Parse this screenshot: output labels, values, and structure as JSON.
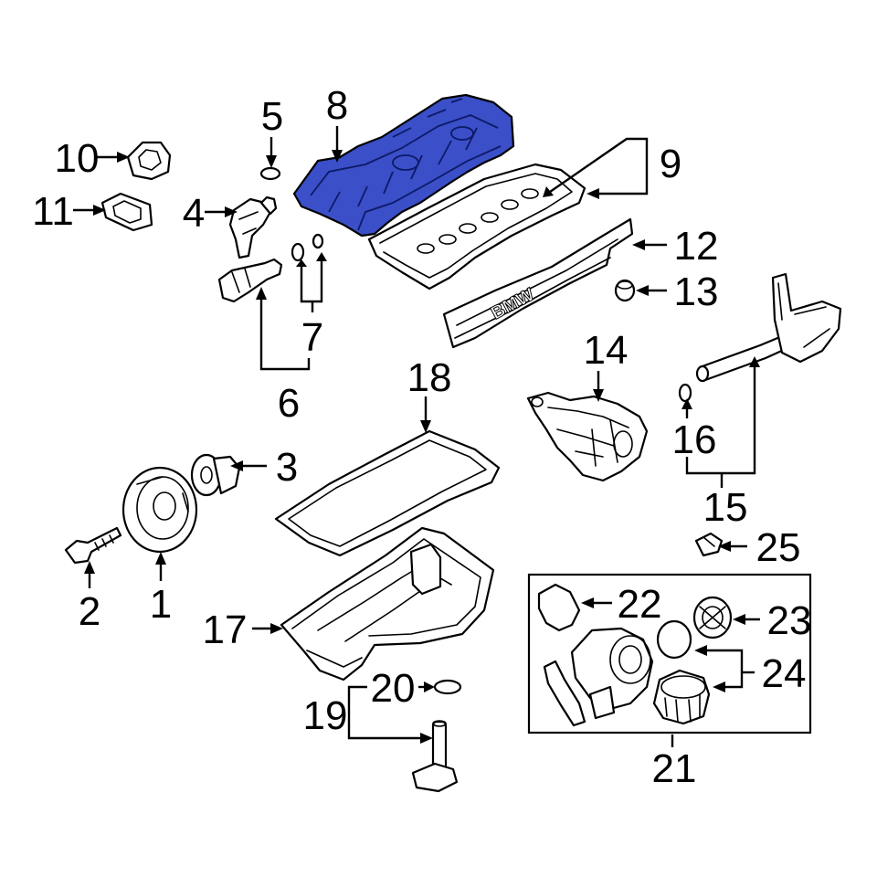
{
  "diagram": {
    "highlight_color": "#3a4fc8",
    "callouts": [
      {
        "id": "c1",
        "text": "1"
      },
      {
        "id": "c2",
        "text": "2"
      },
      {
        "id": "c3",
        "text": "3"
      },
      {
        "id": "c4",
        "text": "4"
      },
      {
        "id": "c5",
        "text": "5"
      },
      {
        "id": "c6",
        "text": "6"
      },
      {
        "id": "c7",
        "text": "7"
      },
      {
        "id": "c8",
        "text": "8"
      },
      {
        "id": "c9",
        "text": "9"
      },
      {
        "id": "c10",
        "text": "10"
      },
      {
        "id": "c11",
        "text": "11"
      },
      {
        "id": "c12",
        "text": "12"
      },
      {
        "id": "c13",
        "text": "13"
      },
      {
        "id": "c14",
        "text": "14"
      },
      {
        "id": "c15",
        "text": "15"
      },
      {
        "id": "c16",
        "text": "16"
      },
      {
        "id": "c17",
        "text": "17"
      },
      {
        "id": "c18",
        "text": "18"
      },
      {
        "id": "c19",
        "text": "19"
      },
      {
        "id": "c20",
        "text": "20"
      },
      {
        "id": "c21",
        "text": "21"
      },
      {
        "id": "c22",
        "text": "22"
      },
      {
        "id": "c23",
        "text": "23"
      },
      {
        "id": "c24",
        "text": "24"
      },
      {
        "id": "c25",
        "text": "25"
      }
    ],
    "cover_emblem": "BMW"
  }
}
